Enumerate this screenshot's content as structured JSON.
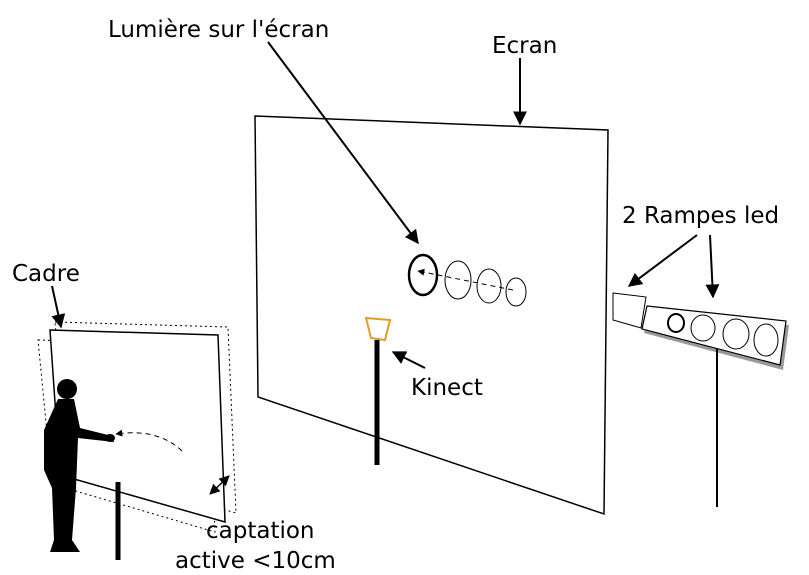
{
  "labels": {
    "light_on_screen": "Lumière sur l'écran",
    "screen": "Ecran",
    "led_ramps": "2 Rampes led",
    "frame": "Cadre",
    "kinect": "Kinect",
    "capture_line1": "captation",
    "capture_line2": "active <10cm"
  },
  "colors": {
    "kinect": "#e39a2b",
    "ink": "#000000",
    "panel_shadow": "#555555"
  }
}
